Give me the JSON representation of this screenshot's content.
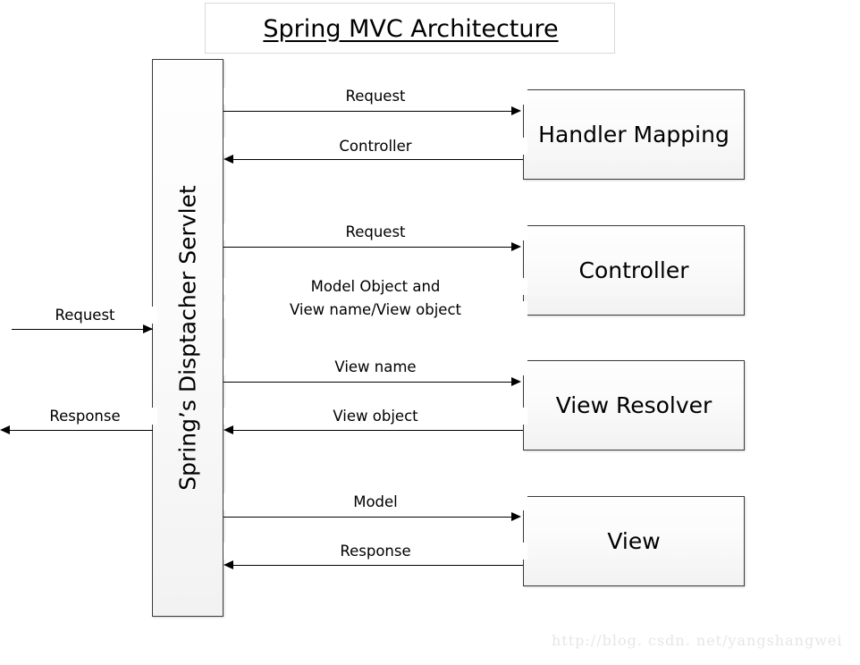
{
  "diagram": {
    "title": "Spring MVC Architecture",
    "watermark": "http://blog. csdn. net/yangshangwei",
    "central_node": {
      "label": "Spring’s Disptacher Servlet"
    },
    "nodes": [
      {
        "id": "handler-mapping",
        "label": "Handler Mapping"
      },
      {
        "id": "controller",
        "label": "Controller"
      },
      {
        "id": "view-resolver",
        "label": "View Resolver"
      },
      {
        "id": "view",
        "label": "View"
      }
    ],
    "external_flows": [
      {
        "id": "external-request",
        "label": "Request",
        "direction": "right"
      },
      {
        "id": "external-response",
        "label": "Response",
        "direction": "left"
      }
    ],
    "flows": [
      {
        "id": "to-handler-mapping",
        "label": "Request",
        "direction": "right"
      },
      {
        "id": "from-handler-mapping",
        "label": "Controller",
        "direction": "left"
      },
      {
        "id": "to-controller",
        "label": "Request",
        "direction": "right"
      },
      {
        "id": "from-controller-line1",
        "label": "Model Object and",
        "direction": "left"
      },
      {
        "id": "from-controller-line2",
        "label": "View name/View object",
        "direction": "left"
      },
      {
        "id": "to-view-resolver",
        "label": "View name",
        "direction": "right"
      },
      {
        "id": "from-view-resolver",
        "label": "View object",
        "direction": "left"
      },
      {
        "id": "to-view",
        "label": "Model",
        "direction": "right"
      },
      {
        "id": "from-view",
        "label": "Response",
        "direction": "left"
      }
    ],
    "colors": {
      "box_border": "#3a3a3a",
      "box_fill_top": "#fefefe",
      "box_fill_bottom": "#f2f2f2",
      "line": "#000000",
      "watermark": "#e6e6e6"
    }
  }
}
